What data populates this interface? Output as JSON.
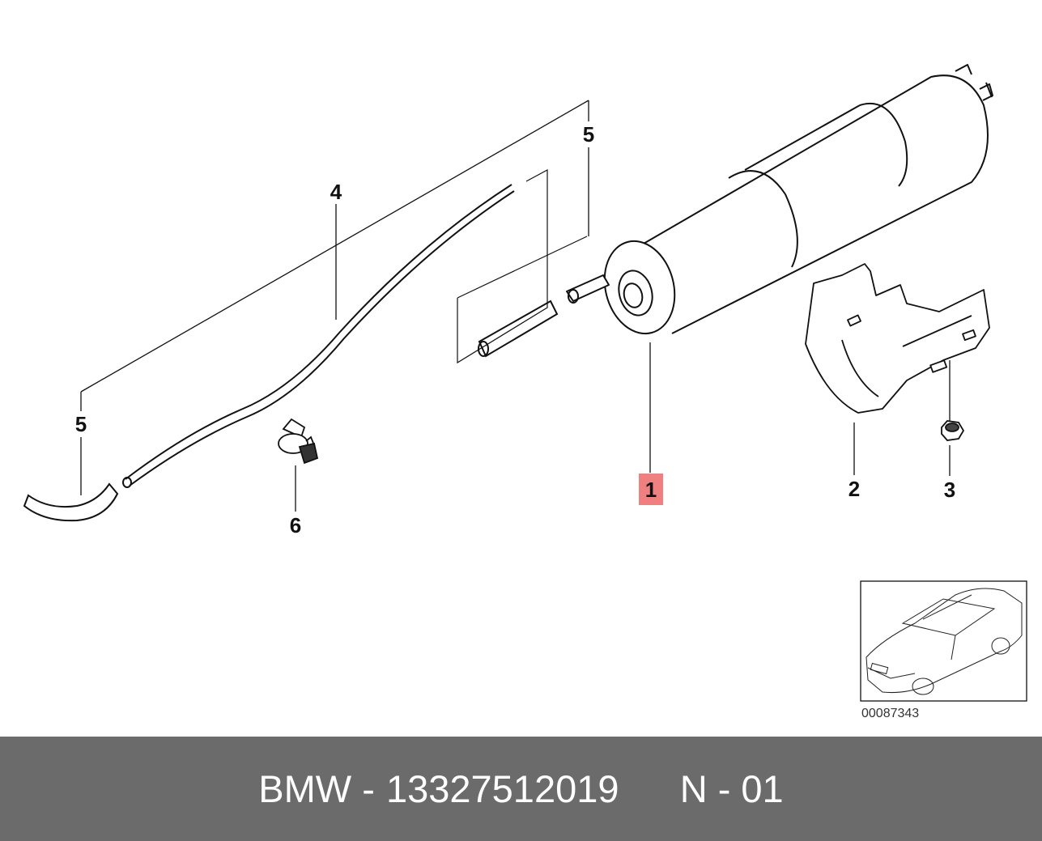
{
  "diagram": {
    "callouts": {
      "c1": "1",
      "c2": "2",
      "c3": "3",
      "c4": "4",
      "c5_top": "5",
      "c5_left": "5",
      "c6": "6"
    },
    "highlighted_callout": "1",
    "highlight_color": "#f08080",
    "thumbnail_id": "00087343"
  },
  "footer": {
    "brand_prefix": "BMW -",
    "part_number": "13327512019",
    "page_ref": "N - 01",
    "background_color": "#6b6b6b"
  }
}
